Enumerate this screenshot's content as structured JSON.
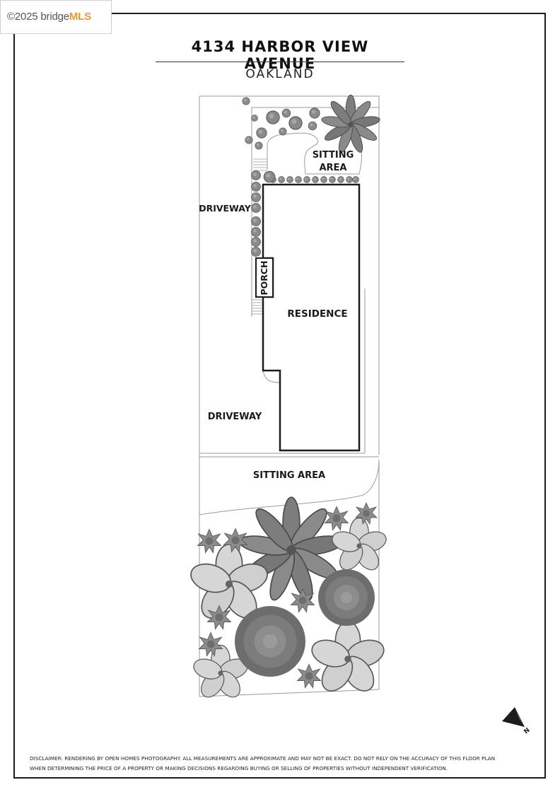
{
  "watermark": {
    "copyright": "©2025 bridge",
    "brand": "MLS"
  },
  "header": {
    "address": "4134 HARBOR VIEW AVENUE",
    "city": "OAKLAND"
  },
  "plan": {
    "labels": {
      "sitting_area_top_line1": "SITTING",
      "sitting_area_top_line2": "AREA",
      "driveway_upper": "DRIVEWAY",
      "porch": "PORCH",
      "residence": "RESIDENCE",
      "driveway_lower": "DRIVEWAY",
      "sitting_area_bottom": "SITTING AREA"
    },
    "north_label": "N"
  },
  "footer": {
    "disclaimer_line1": "DISCLAIMER: RENDERING BY OPEN HOMES PHOTOGRAPHY. ALL MEASUREMENTS ARE APPROXIMATE AND MAY NOT BE EXACT. DO NOT RELY ON THE ACCURACY OF THIS FLOOR PLAN",
    "disclaimer_line2": "WHEN DETERMINING THE PRICE OF A PROPERTY OR MAKING DECISIONS REGARDING BUYING OR SELLING OF PROPERTIES WITHOUT INDEPENDENT VERIFICATION."
  },
  "colors": {
    "line": "#1c1c1c",
    "lot_edge": "#9a9a9a",
    "plant_dark": "#5a5a5a",
    "plant_mid": "#8a8a8a",
    "plant_light": "#bdbdbd"
  }
}
